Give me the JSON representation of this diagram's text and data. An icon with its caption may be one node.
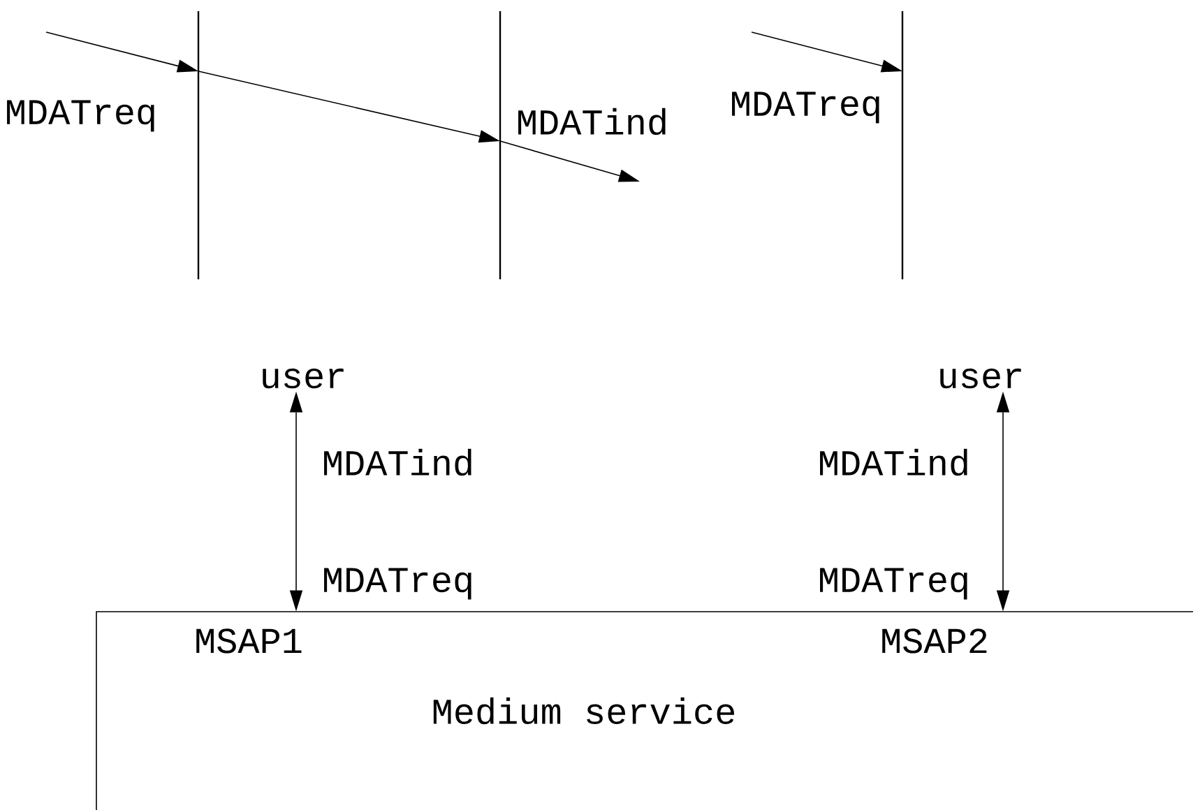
{
  "diagram": {
    "nodes": [
      {
        "text": [
          "user"
        ]
      },
      {
        "text": [
          "user"
        ]
      },
      {
        "text": [
          "Medium service"
        ]
      },
      {
        "text": [],
        "shape": "bar"
      },
      {
        "text": [],
        "shape": "bar"
      },
      {
        "text": [],
        "shape": "bar"
      }
    ],
    "edges": [
      {
        "from": 0,
        "to": 2,
        "arrow": "both"
      },
      {
        "from": 1,
        "to": 2,
        "arrow": "both"
      },
      {
        "from": null,
        "to": 3,
        "arrow": "to"
      },
      {
        "from": 3,
        "to": 4,
        "arrow": "to"
      },
      {
        "from": 4,
        "to": null,
        "arrow": "to"
      },
      {
        "from": null,
        "to": 5,
        "arrow": "to"
      }
    ],
    "labels": [
      "MDATreq",
      "MDATind",
      "MDATreq",
      "MDATind",
      "MDATind",
      "MDATreq",
      "MDATreq",
      "MSAP1",
      "MSAP2"
    ]
  }
}
